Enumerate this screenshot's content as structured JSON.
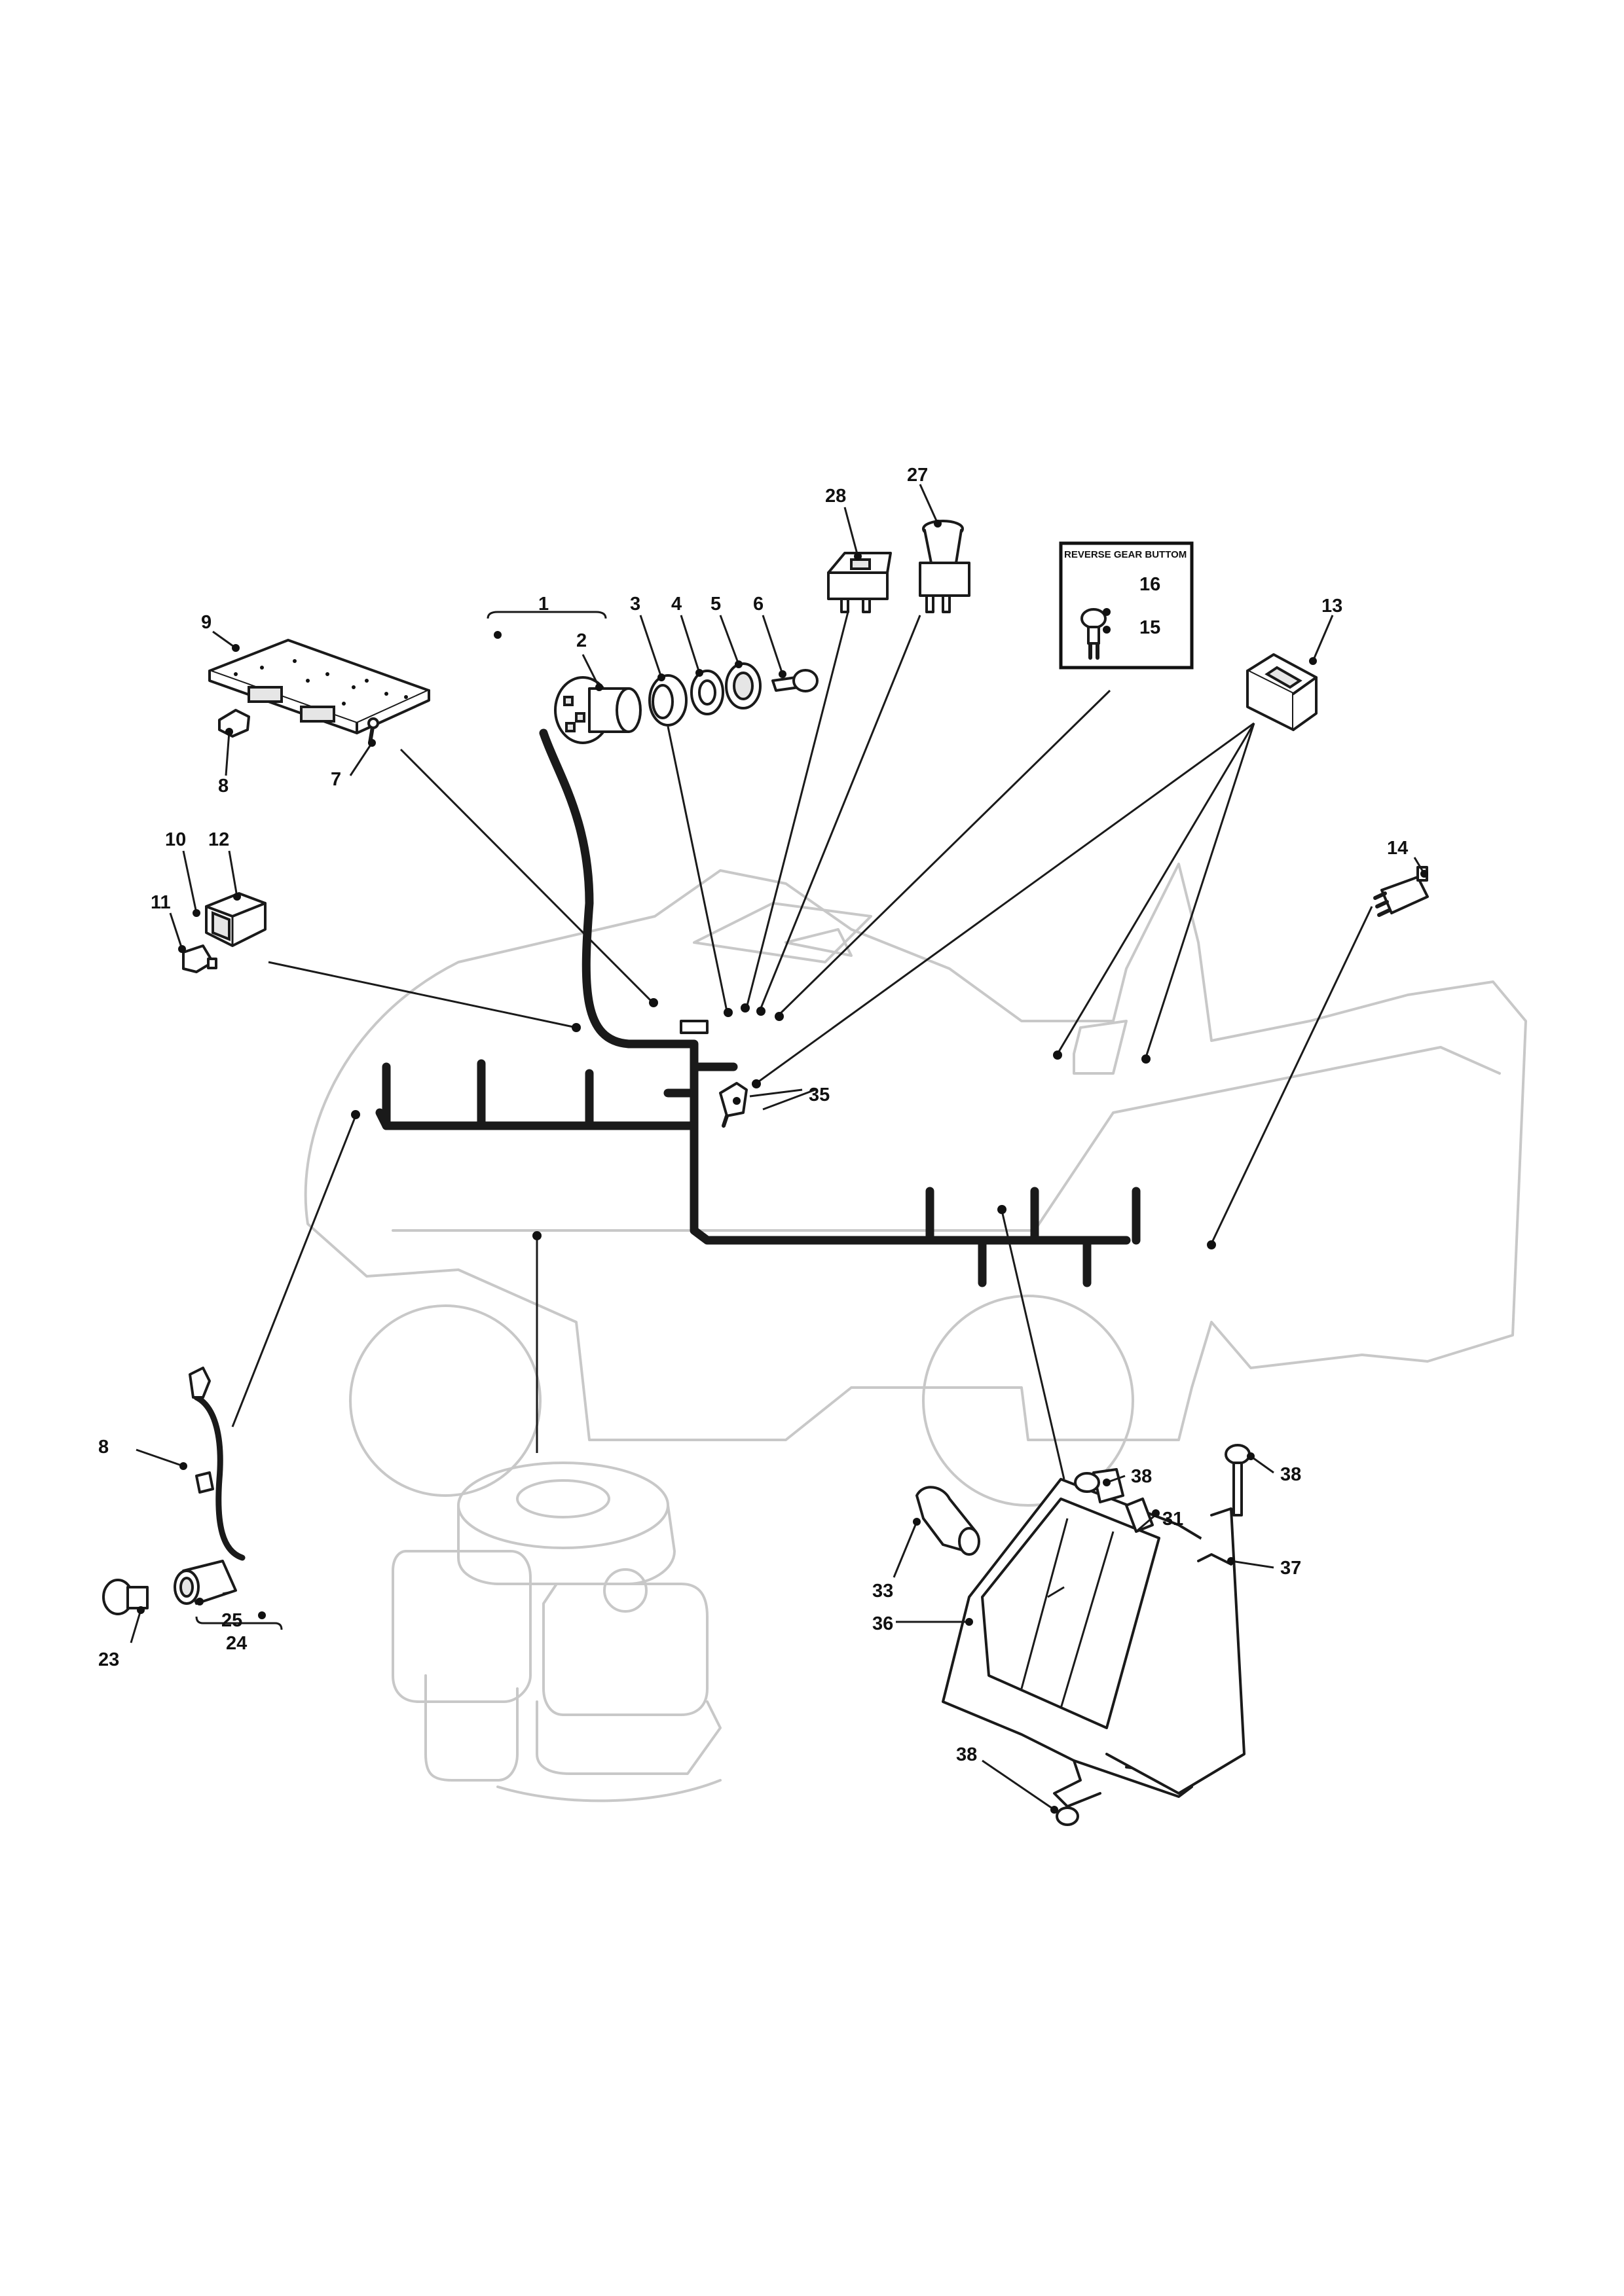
{
  "callouts": {
    "c1": "1",
    "c2": "2",
    "c3": "3",
    "c4": "4",
    "c5": "5",
    "c6": "6",
    "c7": "7",
    "c8a": "8",
    "c8b": "8",
    "c9": "9",
    "c10": "10",
    "c11": "11",
    "c12": "12",
    "c13": "13",
    "c14": "14",
    "c15": "15",
    "c16": "16",
    "c23": "23",
    "c24": "24",
    "c25": "25",
    "c27": "27",
    "c28": "28",
    "c31": "31",
    "c33": "33",
    "c35": "35",
    "c36": "36",
    "c37": "37",
    "c38a": "38",
    "c38b": "38",
    "c38c": "38"
  },
  "inset": {
    "title": "REVERSE GEAR BUTTOM"
  }
}
